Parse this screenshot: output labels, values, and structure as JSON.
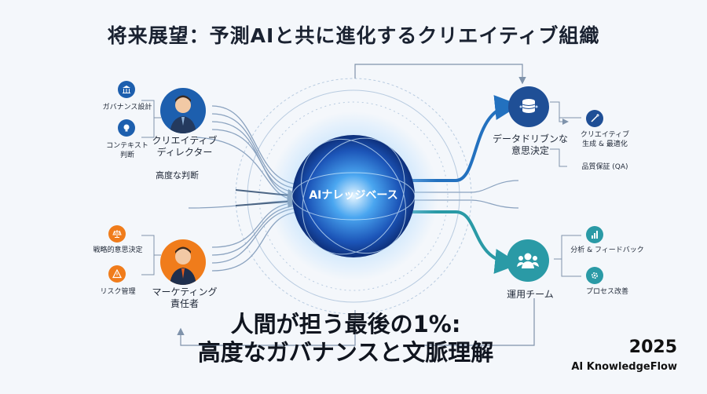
{
  "title": "将来展望：予測AIと共に進化するクリエイティブ組織",
  "core": {
    "label": "AIナレッジベース"
  },
  "left": {
    "creative_director": {
      "label_line1": "クリエイティブ",
      "label_line2": "ディレクター"
    },
    "governance": "ガバナンス設計",
    "context_line1": "コンテキスト",
    "context_line2": "判断",
    "high_judgment": "高度な判断",
    "marketing": {
      "label_line1": "マーケティング",
      "label_line2": "責任者"
    },
    "strategy": "戦略的意思決定",
    "risk": "リスク管理"
  },
  "right": {
    "data_driven": {
      "label_line1": "データドリブンな",
      "label_line2": "意思決定"
    },
    "creative_gen_line1": "クリエイティブ",
    "creative_gen_line2": "生成 & 最適化",
    "qa": "品質保証 (QA)",
    "ops_team": "運用チーム",
    "analysis": "分析 & フィードバック",
    "process": "プロセス改善"
  },
  "message": {
    "line1": "人間が担う最後の1%:",
    "line2": "高度なガバナンスと文脈理解"
  },
  "brand": {
    "year": "2025",
    "name": "AI KnowledgeFlow"
  },
  "colors": {
    "primary_blue": "#1f5fa8",
    "teal": "#2a9aa6",
    "orange": "#f07c1b",
    "line": "#7f93ab"
  }
}
